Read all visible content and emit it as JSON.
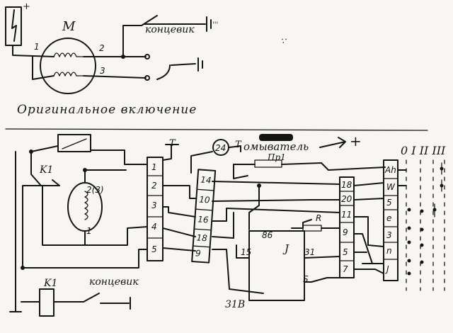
{
  "top": {
    "motor_label": "M",
    "node1": "1",
    "node2": "2",
    "node3": "3",
    "limit_switch": "концевик",
    "caption": "Оригинальное включение",
    "plus": "+"
  },
  "bottom": {
    "relay_top": "K1",
    "relay_bottom": "K1",
    "limit_switch": "концевик",
    "motor_t2": "2(3)",
    "motor_t1": "1",
    "terminal_T": "T",
    "circle_label": "24",
    "washer_label": "омыватель",
    "fuse_label": "Пр1",
    "plus": "+",
    "block_a": [
      "1",
      "2",
      "3",
      "4",
      "5"
    ],
    "block_b": [
      "14",
      "10",
      "16",
      "18",
      "9"
    ],
    "block_c": [
      "18",
      "20",
      "11",
      "9",
      "5",
      "7"
    ],
    "relay_label": "J",
    "relay_pins": {
      "p86": "86",
      "p15": "15",
      "p31": "31",
      "pS": "S",
      "p31B": "31B"
    },
    "resistor": "R",
    "block_d": [
      "Ah",
      "W",
      "5",
      "e",
      "3",
      "n",
      "J"
    ],
    "switch_positions": "0 I II III"
  }
}
